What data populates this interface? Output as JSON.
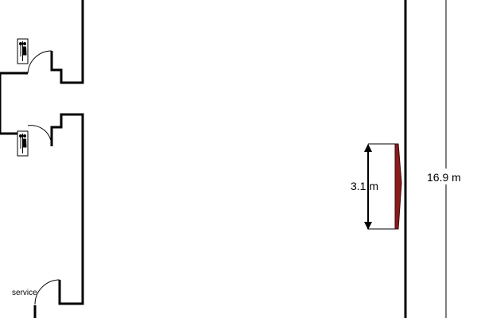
{
  "labels": {
    "room_service": "service"
  },
  "dimensions": {
    "screen_width": "3.1 m",
    "hall_length": "16.9 m"
  },
  "icons": {
    "upper_restroom": "restroom-sign-icon",
    "lower_restroom": "restroom-sign-icon"
  },
  "colors": {
    "wall": "#000000",
    "screen": "#8b1a1a"
  }
}
